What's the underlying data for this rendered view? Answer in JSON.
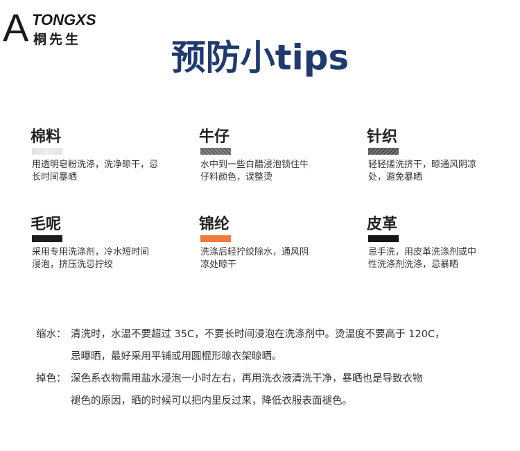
{
  "brand": {
    "letter": "A",
    "latin": "TONGXS",
    "chinese": "桐先生"
  },
  "title": "预防小tips",
  "fabrics": [
    {
      "name": "棉料",
      "swatch_color": "#e6e6e6",
      "desc": [
        "用透明皂粉洗涤，洗净晾干，忌",
        "长时间暴晒"
      ]
    },
    {
      "name": "牛仔",
      "swatch_color": "#707070",
      "desc": [
        "水中到一些白醋浸泡锁住牛",
        "仔料颜色，误整烫"
      ]
    },
    {
      "name": "针织",
      "swatch_color": "#5a5a5a",
      "desc": [
        "轻轻搓洗挤干，晾通风阴凉",
        "处，避免暴晒"
      ]
    },
    {
      "name": "毛呢",
      "swatch_color": "#1e1e1e",
      "desc": [
        "采用专用洗涤剂，冷水短时间",
        "浸泡，挤压洗忌拧绞"
      ]
    },
    {
      "name": "锦纶",
      "swatch_color": "#f07a3a",
      "desc": [
        "洗涤后轻拧绞除水，通风阴",
        "凉处晾干"
      ]
    },
    {
      "name": "皮革",
      "swatch_color": "#151515",
      "desc": [
        "忌手洗，用皮革洗涤剂或中",
        "性洗涤剂洗涤，忌暴晒"
      ]
    }
  ],
  "notes": [
    {
      "label": "缩水：",
      "lines": [
        "清洗时，水温不要超过 35C，不要长时间浸泡在洗涤剂中。烫温度不要高于 120C，",
        "忌曝晒，最好采用平铺或用圆棍形晾衣架晾晒。"
      ]
    },
    {
      "label": "掉色：",
      "lines": [
        "深色系衣物需用盐水浸泡一小时左右，再用洗衣液清洗干净，暴晒也是导致衣物",
        "褪色的原因，晒的时候可以把内里反过来，降低衣服表面褪色。"
      ]
    }
  ]
}
